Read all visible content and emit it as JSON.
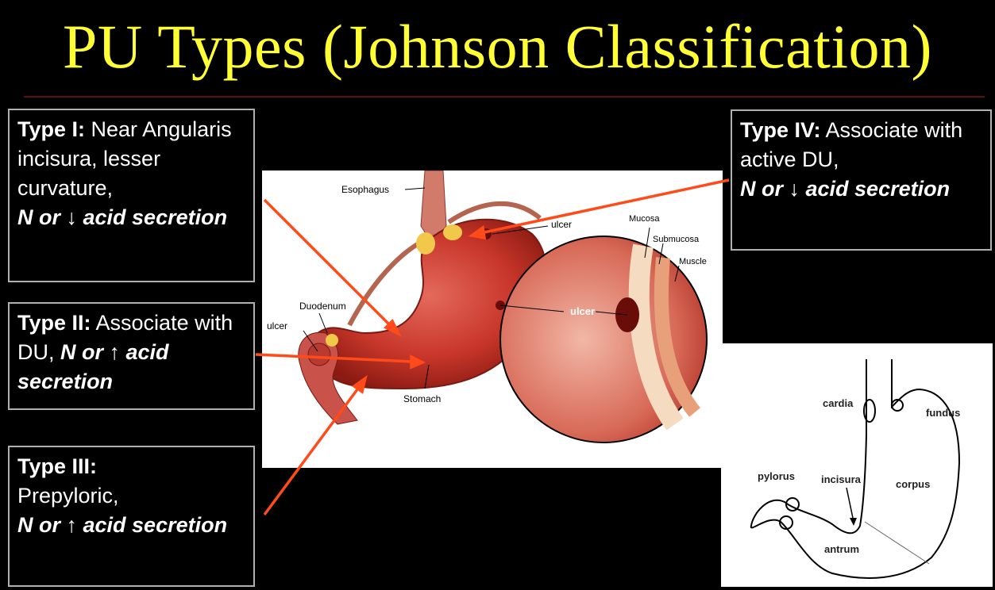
{
  "title": "PU Types (Johnson Classification)",
  "types": [
    {
      "label": "Type I:",
      "desc": "Near Angularis incisura, lesser curvature,",
      "acid": "N or ↓ acid secretion"
    },
    {
      "label": "Type II:",
      "desc": "Associate with  DU,",
      "acid": "N or ↑ acid secretion"
    },
    {
      "label": "Type III:",
      "desc": "Prepyloric,",
      "acid": "N or ↑ acid secretion"
    },
    {
      "label": "Type IV:",
      "desc": "Associate with active DU,",
      "acid": "N or ↓ acid secretion"
    }
  ],
  "illustration": {
    "esophagus": "Esophagus",
    "ulcer_top": "ulcer",
    "mucosa": "Mucosa",
    "submucosa": "Submucosa",
    "muscle": "Muscle",
    "duodenum": "Duodenum",
    "ulcer_left": "ulcer",
    "ulcer_mid": "ulcer",
    "stomach": "Stomach"
  },
  "sketch": {
    "cardia": "cardia",
    "fundus": "fundus",
    "pylorus": "pylorus",
    "incisura": "incisura",
    "corpus": "corpus",
    "antrum": "antrum"
  },
  "colors": {
    "title": "#ffff33",
    "arrow": "#ff4a1a",
    "box_border": "#b0b0b0"
  }
}
